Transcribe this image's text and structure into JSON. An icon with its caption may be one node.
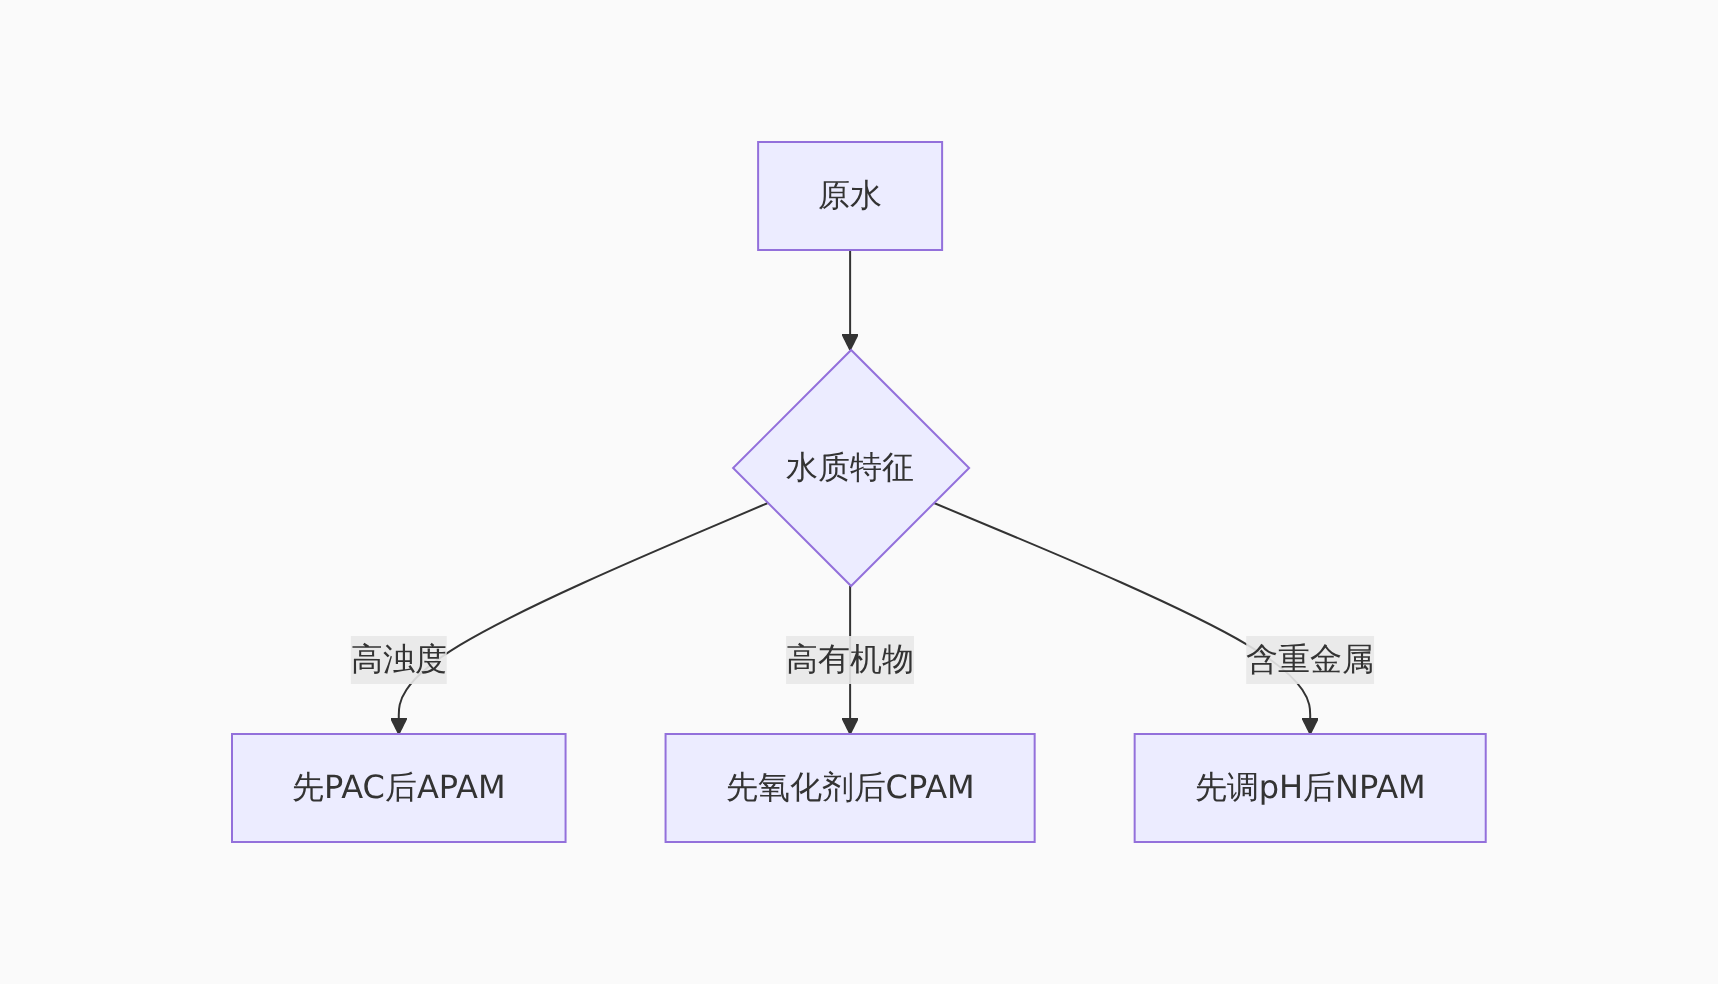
{
  "diagram": {
    "nodes": [
      {
        "text": [
          "原水"
        ]
      },
      {
        "text": [
          "水质特征"
        ]
      },
      {
        "text": [
          "先PAC后APAM"
        ]
      },
      {
        "text": [
          "先氧化剂后CPAM"
        ]
      },
      {
        "text": [
          "先调pH后NPAM"
        ]
      }
    ],
    "edges": [
      {
        "from": 0,
        "to": 1,
        "arrow": "to"
      },
      {
        "from": 1,
        "to": 2,
        "arrow": "to",
        "label": "高浊度"
      },
      {
        "from": 1,
        "to": 3,
        "arrow": "to",
        "label": "高有机物"
      },
      {
        "from": 1,
        "to": 4,
        "arrow": "to",
        "label": "含重金属"
      }
    ]
  }
}
